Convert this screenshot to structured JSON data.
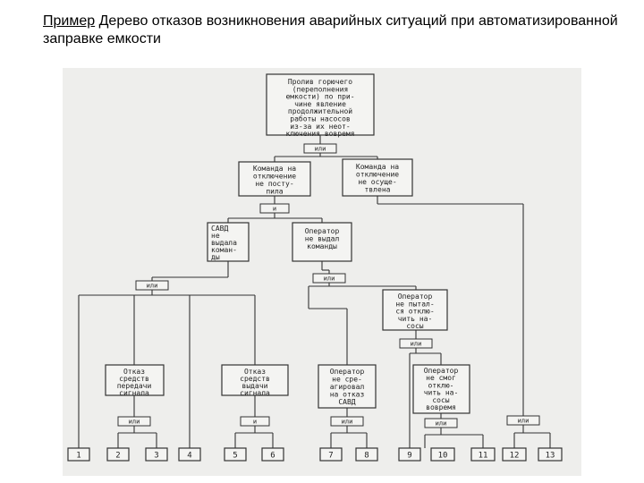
{
  "heading": {
    "prefix": "Пример",
    "text": " Дерево отказов возникновения аварийных ситуаций при автоматизированной заправке емкости"
  },
  "events": {
    "top": [
      "Пролив горючего",
      "(переполнения",
      "емкости) по при-",
      "чине явление",
      "продолжительной",
      "работы насосов",
      "из-за их неот-",
      "ключения вовремя"
    ],
    "cmd_not_received": [
      "Команда на",
      "отключение",
      "не посту-",
      "пила"
    ],
    "cmd_not_done": [
      "Команда на",
      "отключение",
      "не осуще-",
      "твлена"
    ],
    "savd": [
      "САВД",
      "не",
      "выдала",
      "коман-",
      "ды"
    ],
    "operator_no_cmd": [
      "Оператор",
      "не выдал",
      "команды"
    ],
    "operator_tried": [
      "Оператор",
      "не пытал-",
      "ся отклю-",
      "чить на-",
      "сосы"
    ],
    "fail_transmission": [
      "Отказ",
      "средств",
      "передачи",
      "сигнала"
    ],
    "fail_output": [
      "Отказ",
      "средств",
      "выдачи",
      "сигнала"
    ],
    "operator_not_react": [
      "Оператор",
      "не сре-",
      "агировал",
      "на отказ",
      "САВД"
    ],
    "operator_could_not": [
      "Оператор",
      "не смог",
      "отклю-",
      "чить на-",
      "сосы",
      "вовремя"
    ]
  },
  "gates": {
    "g1": "или",
    "g2": "и",
    "g3": "или",
    "g4": "или",
    "g5": "или",
    "g6": "или",
    "g7": "и",
    "g8": "или",
    "g9": "или",
    "g10": "или"
  },
  "basic_events": [
    "1",
    "2",
    "3",
    "4",
    "5",
    "6",
    "7",
    "8",
    "9",
    "10",
    "11",
    "12",
    "13"
  ]
}
